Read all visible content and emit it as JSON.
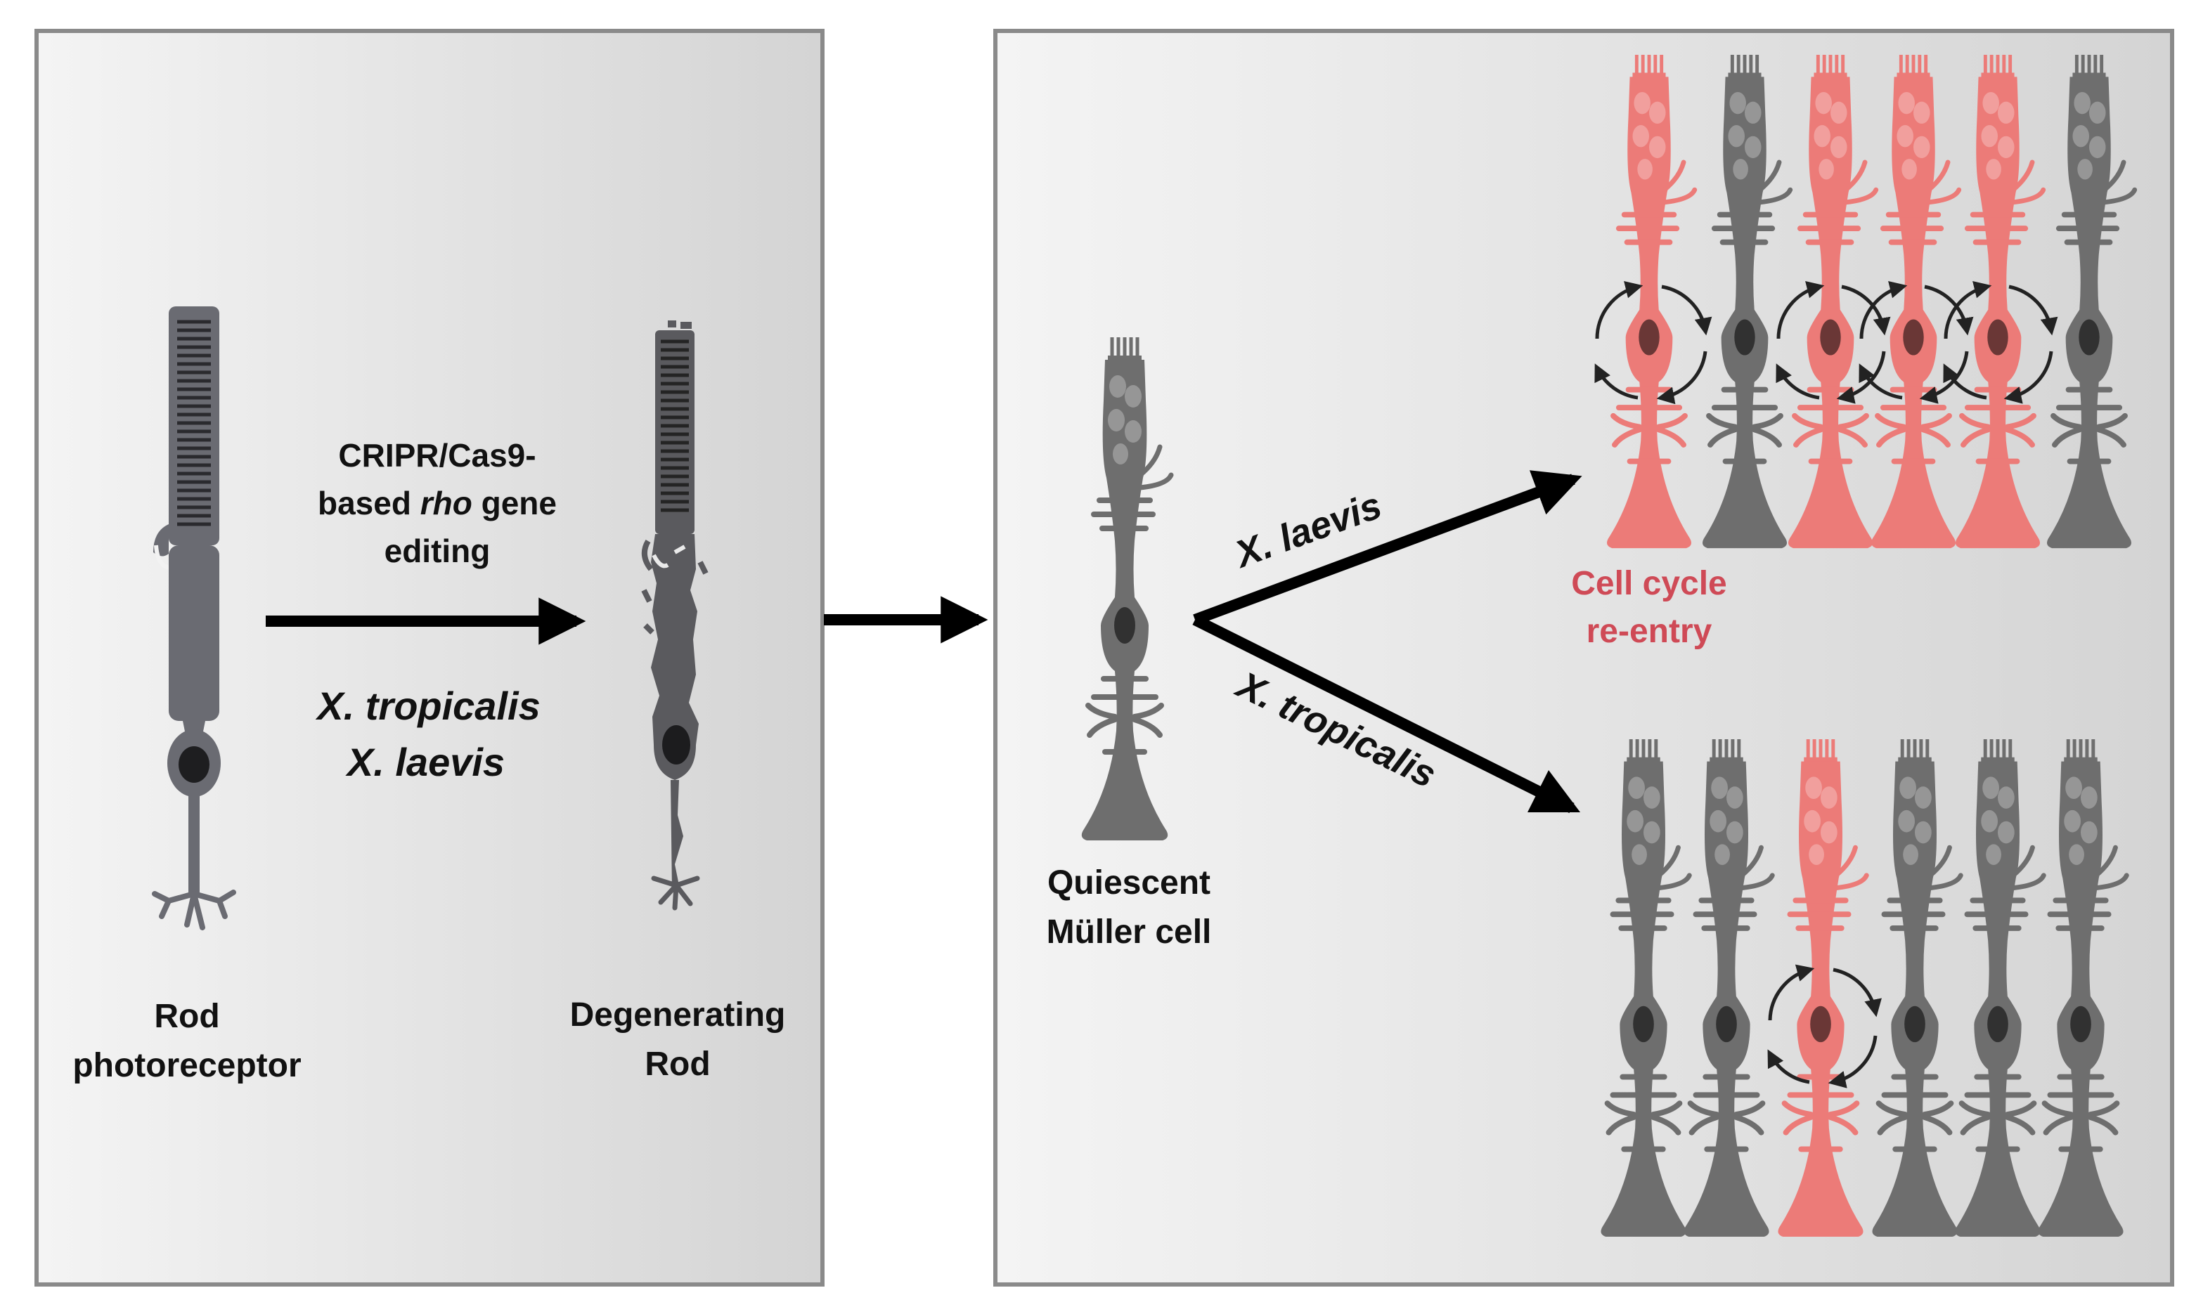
{
  "left_panel": {
    "rod_label_line1": "Rod",
    "rod_label_line2": "photoreceptor",
    "method_line1": "CRIPR/Cas9-",
    "method_line2_a": "based ",
    "method_line2_b": "rho",
    "method_line2_c": " gene",
    "method_line3": "editing",
    "species_line1": "X. tropicalis",
    "species_line2": "X. laevis",
    "degen_label_line1": "Degenerating",
    "degen_label_line2": "Rod"
  },
  "right_panel": {
    "muller_label_line1": "Quiescent",
    "muller_label_line2": "Müller cell",
    "upper_branch_label": "X. laevis",
    "lower_branch_label": "X. tropicalis",
    "reentry_line1": "Cell cycle",
    "reentry_line2": "re-entry"
  },
  "colors": {
    "cell_gray": "#6e6e6e",
    "cell_dark": "#222222",
    "reentry_red": "#ec7b78",
    "label_red": "#cf4a56",
    "arrow": "#000000"
  },
  "upper_row_states": [
    "reentry",
    "quiescent",
    "reentry",
    "reentry",
    "reentry",
    "quiescent"
  ],
  "lower_row_states": [
    "quiescent",
    "quiescent",
    "reentry",
    "quiescent",
    "quiescent",
    "quiescent"
  ]
}
